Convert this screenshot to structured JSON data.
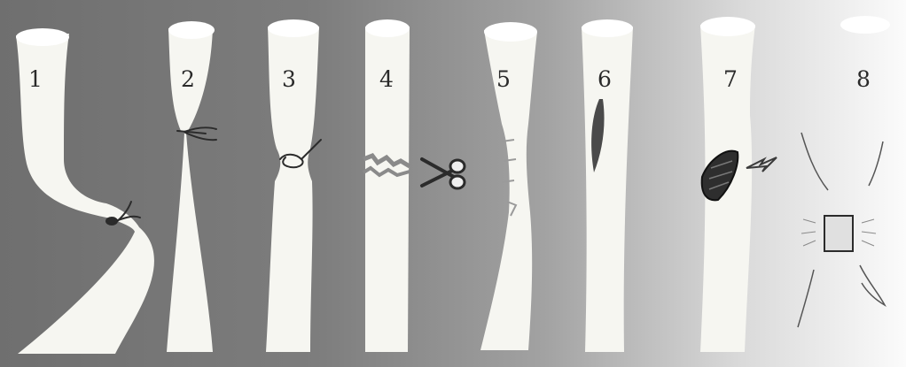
{
  "figure": {
    "colors": {
      "background_dark": "#7a7a7a",
      "background_light": "#ffffff",
      "tube": "#f6f6f1",
      "ink": "#2b2b2b",
      "lesion_dark": "#555555"
    },
    "panels": [
      {
        "label": "1",
        "depiction": "kinked-tube-with-knot"
      },
      {
        "label": "2",
        "depiction": "tube-tied-off-and-narrowed"
      },
      {
        "label": "3",
        "depiction": "tube-tied-with-loop"
      },
      {
        "label": "4",
        "depiction": "tube-cut-with-scissors"
      },
      {
        "label": "5",
        "depiction": "tube-fractured-wall"
      },
      {
        "label": "6",
        "depiction": "tube-with-elongated-lesion"
      },
      {
        "label": "7",
        "depiction": "tube-with-dark-lesion-and-lightning"
      },
      {
        "label": "8",
        "depiction": "tube-disrupted-with-graft-segment"
      }
    ]
  }
}
